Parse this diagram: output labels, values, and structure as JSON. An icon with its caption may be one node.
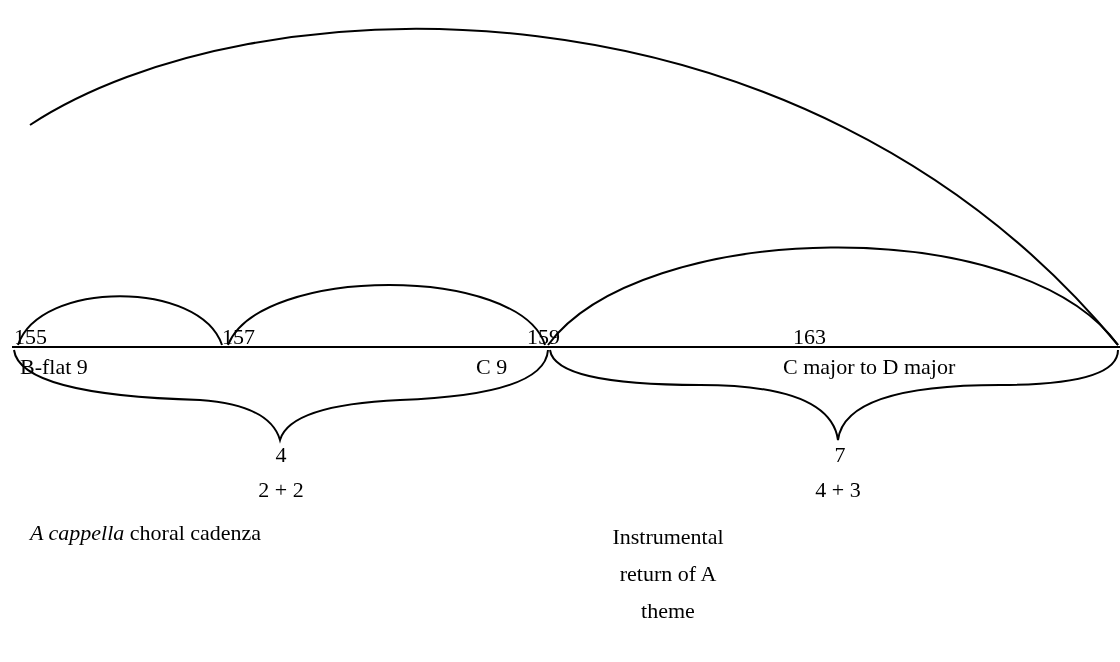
{
  "diagram": {
    "labels": [
      "155",
      "157",
      "159",
      "163",
      "B-flat 9",
      "C 9",
      "C major to D major",
      "4",
      "7",
      "2 + 2",
      "4 + 3",
      "*A cappella* choral cadenza",
      "Instrumental return of A theme"
    ]
  }
}
